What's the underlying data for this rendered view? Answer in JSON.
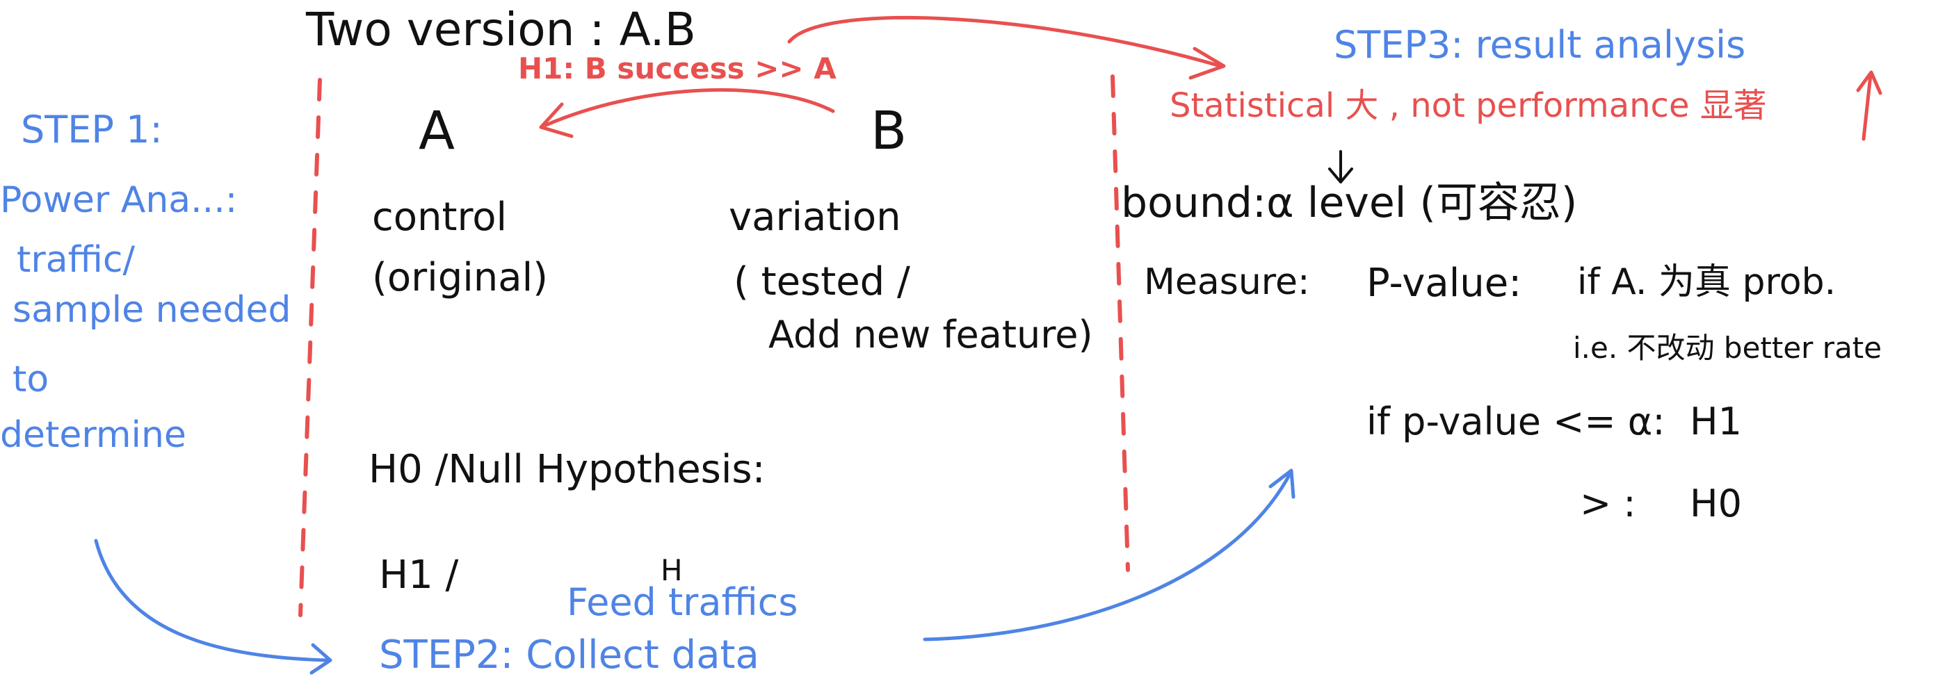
{
  "colors": {
    "ink": "#111111",
    "blue": "#4f84e6",
    "red": "#e8504f"
  },
  "header": {
    "title": "Two version : A.B",
    "h1_claim": "H1: B success >> A"
  },
  "versions": {
    "a": {
      "letter": "A",
      "name": "control",
      "note": "(original)"
    },
    "b": {
      "letter": "B",
      "name": "variation",
      "note_1": "( tested /",
      "note_2": "Add new feature)"
    }
  },
  "step1": {
    "title": "STEP 1:",
    "lines": [
      "Power Ana...:",
      "traffic/",
      "sample needed",
      "to",
      "determine"
    ]
  },
  "hypotheses": {
    "h0": "H0 /Null Hypothesis:",
    "h1": "H1 /",
    "h1_mark": "H"
  },
  "step2": {
    "feed": "Feed traffics",
    "title": "STEP2: Collect data"
  },
  "step3": {
    "title": "STEP3: result analysis",
    "statistical": "Statistical 大 , not performance 显著",
    "bound": "bound:α level (可容忍)",
    "measure": "Measure:",
    "pvalue": "P-value:",
    "pvalue_def_1": "if A. 为真 prob.",
    "pvalue_def_2": "i.e. 不改动 better rate",
    "rule_1": "if p-value <= α:",
    "rule_1_result": "H1",
    "rule_2": ">  :",
    "rule_2_result": "H0"
  }
}
